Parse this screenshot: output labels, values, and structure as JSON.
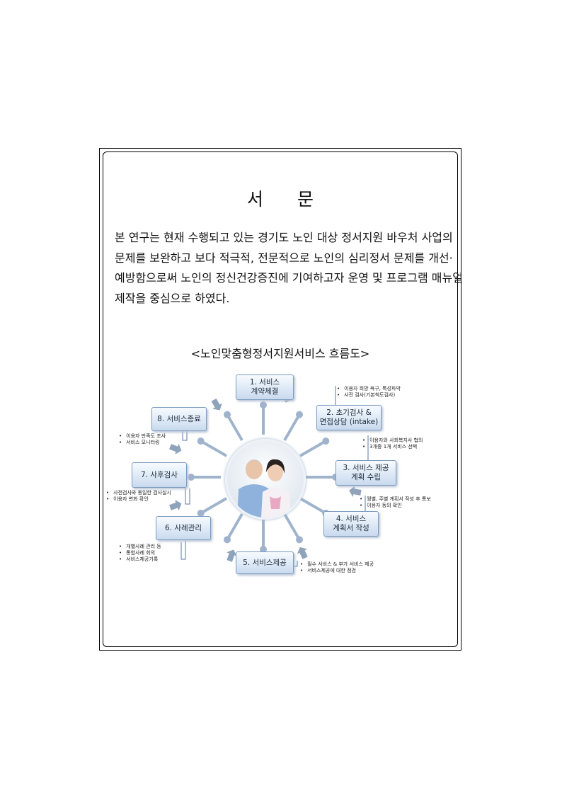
{
  "title": "서 문",
  "paragraph": [
    "본 연구는 현재 수행되고 있는 경기도 노인 대상 정서지원 바우처 사업의",
    "문제를 보완하고 보다 적극적, 전문적으로 노인의 심리정서 문제를 개선·",
    "예방함으로써 노인의 정신건강증진에 기여하고자 운영 및 프로그램 매뉴얼",
    "제작을 중심으로 하였다."
  ],
  "flow_title": "<노인맞춤형정서지원서비스 흐름도>",
  "steps": [
    {
      "label": "1. 서비스\n계약체결"
    },
    {
      "label": "2. 초기검사 &\n면접상담 (intake)"
    },
    {
      "label": "3. 서비스 제공\n계획 수립"
    },
    {
      "label": "4. 서비스\n계획서 작성"
    },
    {
      "label": "5. 서비스제공"
    },
    {
      "label": "6. 사례관리"
    },
    {
      "label": "7. 사후검사"
    },
    {
      "label": "8. 서비스종료"
    }
  ],
  "notes": {
    "step2": [
      "이용자 희망 욕구, 특성파악",
      "사전 검사(기본척도검사)"
    ],
    "step3": [
      "이용자와 사회복지사 협의",
      "3개중 1개 서비스 선택"
    ],
    "step4": [
      "월별, 주별 계획서 작성 후 통보",
      "이용자 동의 확인"
    ],
    "step5": [
      "필수 서비스 & 부가 서비스 제공",
      "서비스제공에 대한 점검"
    ],
    "step6": [
      "개별사례 관리 등",
      "통합사례 회의",
      "서비스제공기록"
    ],
    "step7": [
      "사전검사와 동일한 검사실시",
      "이용자 변화 확인"
    ],
    "step8": [
      "이용자 만족도 조사",
      "서비스 모니터링"
    ]
  },
  "colors": {
    "box_border": "#7d9cbf",
    "spoke": "#9fb4cc",
    "arrow": "#8fa3bb"
  }
}
